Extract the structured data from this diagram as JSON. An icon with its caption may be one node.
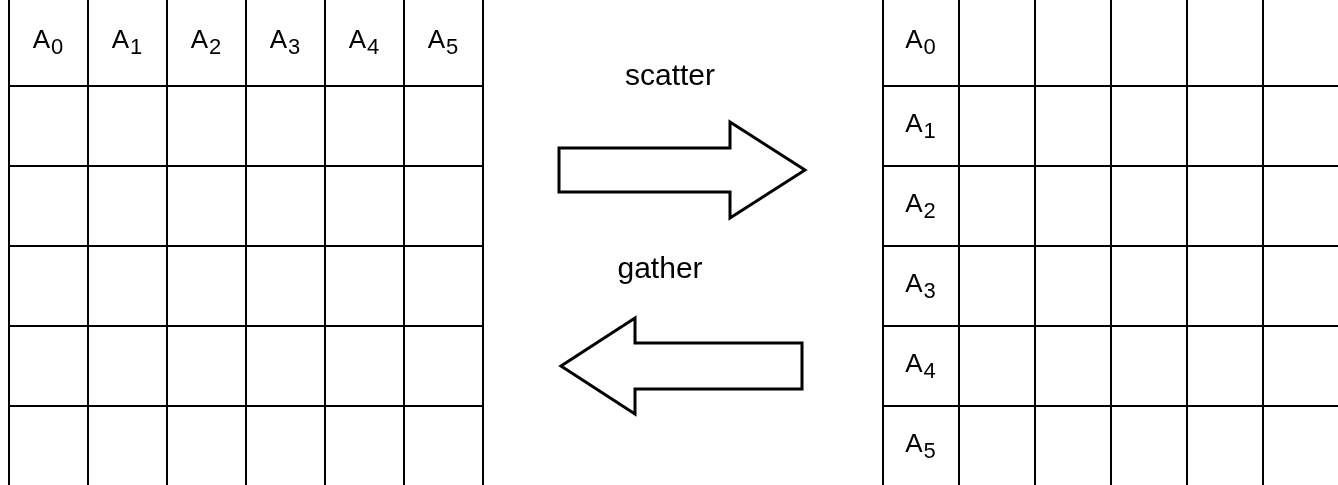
{
  "diagram": {
    "nodes": [
      {
        "text": [
          "A$_{0}$",
          "A$_{1}$",
          "A$_{2}$",
          "A$_{3}$",
          "A$_{4}$",
          "A$_{5}$"
        ]
      },
      {
        "text": [
          "A$_{0}$",
          "A$_{1}$",
          "A$_{2}$",
          "A$_{3}$",
          "A$_{4}$",
          "A$_{5}$"
        ]
      }
    ],
    "edges": [
      {
        "from": 0,
        "to": 1,
        "arrow": "to",
        "label": "scatter"
      },
      {
        "from": 1,
        "to": 0,
        "arrow": "to",
        "label": "gather"
      }
    ]
  }
}
